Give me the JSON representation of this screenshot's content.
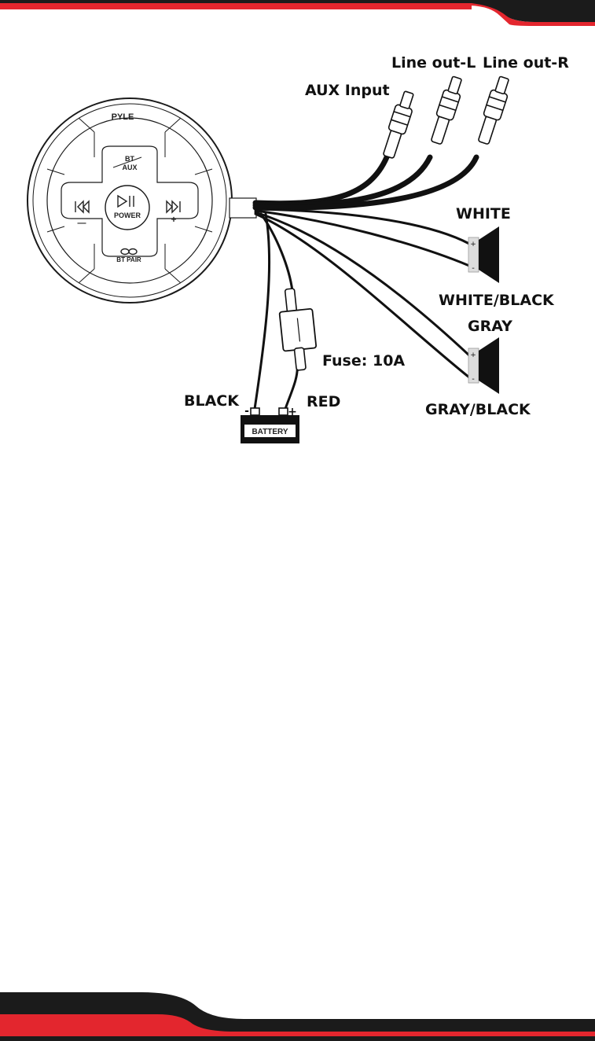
{
  "colors": {
    "accent_red": "#e3262e",
    "band_dark": "#1b1b1b",
    "wire": "#111111",
    "ink": "#111111"
  },
  "controller": {
    "brand": "PYLE",
    "bt_aux_label": {
      "line1": "BT",
      "line2": "AUX"
    },
    "power_label": "POWER",
    "bt_pair_label": "BT PAIR",
    "prev_icon": "skip-back-icon",
    "next_icon": "skip-forward-icon",
    "play_pause_icon": "play-pause-icon",
    "link_icon": "link-icon",
    "minus_glyph": "—",
    "plus_glyph": "+"
  },
  "labels": {
    "aux_input": "AUX Input",
    "line_out_l": "Line out-L",
    "line_out_r": "Line out-R",
    "white": "WHITE",
    "white_black": "WHITE/BLACK",
    "gray": "GRAY",
    "gray_black": "GRAY/BLACK",
    "black": "BLACK",
    "red": "RED",
    "fuse": "Fuse: 10A",
    "battery": "BATTERY"
  },
  "polarity": {
    "plus": "+",
    "minus": "-"
  }
}
